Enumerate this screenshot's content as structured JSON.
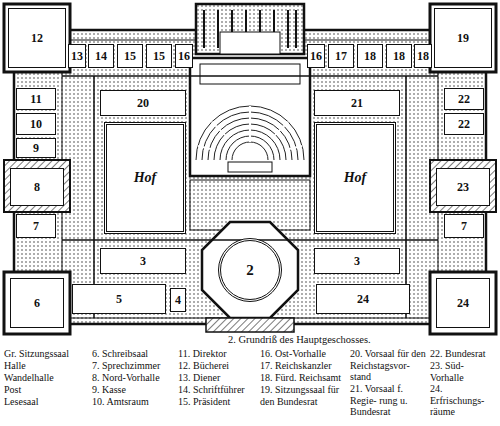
{
  "diagram": {
    "caption": "2. Grundriß des Hauptgeschosses.",
    "nodes": [
      {
        "text": [
          "12"
        ]
      },
      {
        "text": [
          "13"
        ]
      },
      {
        "text": [
          "14"
        ]
      },
      {
        "text": [
          "15"
        ]
      },
      {
        "text": [
          "15"
        ]
      },
      {
        "text": [
          "16"
        ]
      },
      {
        "text": [
          "16"
        ]
      },
      {
        "text": [
          "17"
        ]
      },
      {
        "text": [
          "18"
        ]
      },
      {
        "text": [
          "18"
        ]
      },
      {
        "text": [
          "18"
        ]
      },
      {
        "text": [
          "19"
        ]
      },
      {
        "text": [
          "20"
        ]
      },
      {
        "text": [
          "21"
        ]
      },
      {
        "text": [
          "11"
        ]
      },
      {
        "text": [
          "22"
        ]
      },
      {
        "text": [
          "10"
        ]
      },
      {
        "text": [
          "22"
        ]
      },
      {
        "text": [
          "9"
        ]
      },
      {
        "text": [
          "Hof"
        ]
      },
      {
        "text": [
          "Hof"
        ]
      },
      {
        "text": [
          "8"
        ]
      },
      {
        "text": [
          "23"
        ]
      },
      {
        "text": [
          "7"
        ]
      },
      {
        "text": [
          "7"
        ]
      },
      {
        "text": [
          "3"
        ]
      },
      {
        "text": [
          "2"
        ]
      },
      {
        "text": [
          "3"
        ]
      },
      {
        "text": [
          "6"
        ]
      },
      {
        "text": [
          "5"
        ]
      },
      {
        "text": [
          "4"
        ]
      },
      {
        "text": [
          "24"
        ]
      },
      {
        "text": [
          "24"
        ]
      }
    ],
    "labels": [
      "Gr. Sitzungssaal",
      "Halle",
      "Wandelhalle",
      "Post",
      "Lesesaal",
      "6. Schreibsaal",
      "7. Sprechzimmer",
      "8. Nord-Vorhalle",
      "9. Kasse",
      "10. Amtsraum",
      "11. Direktor",
      "12. Bücherei",
      "13. Diener",
      "14. Schriftführer",
      "15. Präsident",
      "16. Ost-Vorhalle",
      "17. Reichskanzler",
      "18. Fürd. Reichsamt",
      "19. Sitzungssaal für den Bundesrat",
      "20. Vorsaal für den Reichstagsvor- stand",
      "21. Vorsaal f. Regie- rung u. Bundesrat",
      "22. Bundesrat",
      "23. Süd-Vorhalle",
      "24. Erfrischungs- räume"
    ]
  }
}
